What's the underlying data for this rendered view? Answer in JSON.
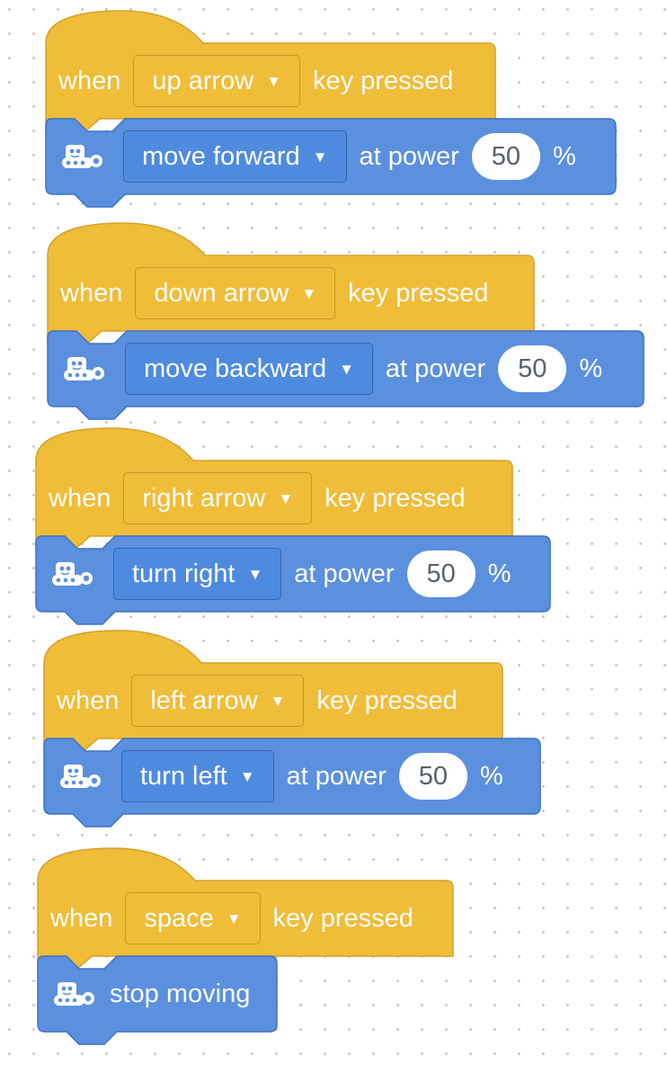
{
  "colors": {
    "event": "#f0bd39",
    "motion": "#5b90de",
    "canvas_dot": "#b9bec6"
  },
  "scripts": [
    {
      "hat": {
        "prefix": "when",
        "key": "up arrow",
        "suffix": "key pressed"
      },
      "command": {
        "icon": "robot-icon",
        "action": "move forward",
        "at_power_label": "at power",
        "power": "50",
        "unit": "%"
      }
    },
    {
      "hat": {
        "prefix": "when",
        "key": "down arrow",
        "suffix": "key pressed"
      },
      "command": {
        "icon": "robot-icon",
        "action": "move backward",
        "at_power_label": "at power",
        "power": "50",
        "unit": "%"
      }
    },
    {
      "hat": {
        "prefix": "when",
        "key": "right arrow",
        "suffix": "key pressed"
      },
      "command": {
        "icon": "robot-icon",
        "action": "turn right",
        "at_power_label": "at power",
        "power": "50",
        "unit": "%"
      }
    },
    {
      "hat": {
        "prefix": "when",
        "key": "left arrow",
        "suffix": "key pressed"
      },
      "command": {
        "icon": "robot-icon",
        "action": "turn left",
        "at_power_label": "at power",
        "power": "50",
        "unit": "%"
      }
    },
    {
      "hat": {
        "prefix": "when",
        "key": "space",
        "suffix": "key pressed"
      },
      "command": {
        "icon": "robot-icon",
        "label": "stop moving"
      }
    }
  ]
}
